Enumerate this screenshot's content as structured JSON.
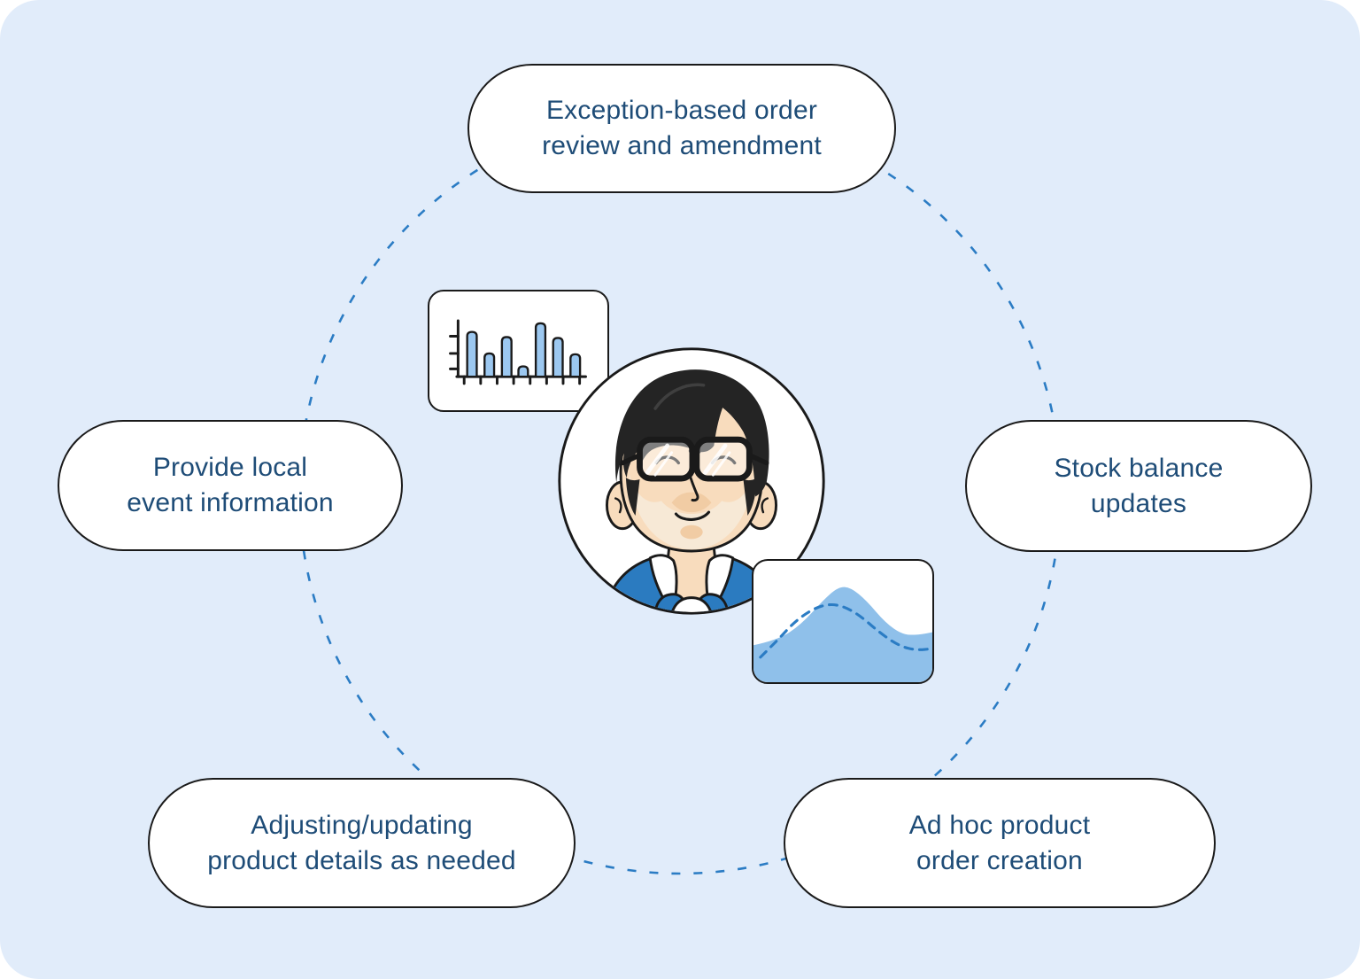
{
  "palette": {
    "background": "#E1ECFA",
    "outer_surface": "#FFFFFF",
    "outline": "#1A1A1A",
    "text": "#1E4C77",
    "dash_blue": "#2B7CC4",
    "jacket_blue": "#2B7BC0",
    "skin": "#F8DCBD",
    "hair": "#242424"
  },
  "pills": {
    "top": {
      "line1": "Exception-based order",
      "line2": "review and amendment"
    },
    "left": {
      "line1": "Provide local",
      "line2": "event information"
    },
    "right": {
      "line1": "Stock balance",
      "line2": "updates"
    },
    "bottom_left": {
      "line1": "Adjusting/updating",
      "line2": "product details as needed"
    },
    "bottom_right": {
      "line1": "Ad hoc product",
      "line2": "order creation"
    }
  },
  "chart_data": [
    {
      "name": "mini-bar-chart",
      "type": "bar",
      "values": [
        52,
        27,
        46,
        12,
        62,
        45,
        26
      ],
      "bar_fill": "#9CC8F0",
      "axis_color": "#1A1A1A",
      "y_tick_count": 3,
      "x_tick_count": 8
    },
    {
      "name": "mini-area-chart",
      "type": "area",
      "area_fill": "#8FC0EA",
      "line_color": "#2B7CC4",
      "series": [
        {
          "name": "solid-area",
          "style": "filled",
          "points": [
            [
              0,
              98
            ],
            [
              28,
              92
            ],
            [
              55,
              74
            ],
            [
              80,
              46
            ],
            [
              98,
              30
            ],
            [
              112,
              31
            ],
            [
              130,
              46
            ],
            [
              152,
              72
            ],
            [
              172,
              86
            ],
            [
              190,
              86
            ],
            [
              206,
              83
            ]
          ]
        },
        {
          "name": "dashed-line",
          "style": "dashed",
          "points": [
            [
              8,
              112
            ],
            [
              28,
              92
            ],
            [
              48,
              70
            ],
            [
              70,
              55
            ],
            [
              88,
              50
            ],
            [
              104,
              53
            ],
            [
              122,
              63
            ],
            [
              146,
              84
            ],
            [
              168,
              99
            ],
            [
              188,
              104
            ],
            [
              206,
              102
            ]
          ]
        }
      ]
    }
  ]
}
